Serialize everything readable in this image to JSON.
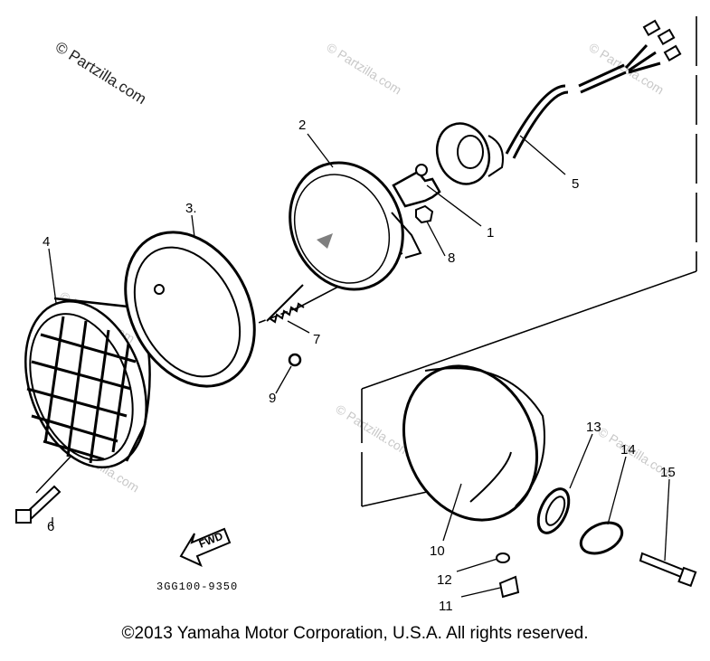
{
  "watermarks": [
    "© Partzilla.com",
    "© Partzilla.com",
    "© Partzilla.com",
    "© Partzilla.com",
    "© Partzilla.com",
    "© Partzilla.com",
    "© Partzilla.com"
  ],
  "part_numbers": [
    "1",
    "2",
    "3.",
    "4",
    "5",
    "6",
    "7",
    "8",
    "9",
    "10",
    "11",
    "12",
    "13",
    "14",
    "15"
  ],
  "direction_label": "FWD",
  "diagram_code": "3GG100-9350",
  "copyright": "©2013 Yamaha Motor Corporation, U.S.A. All rights reserved."
}
